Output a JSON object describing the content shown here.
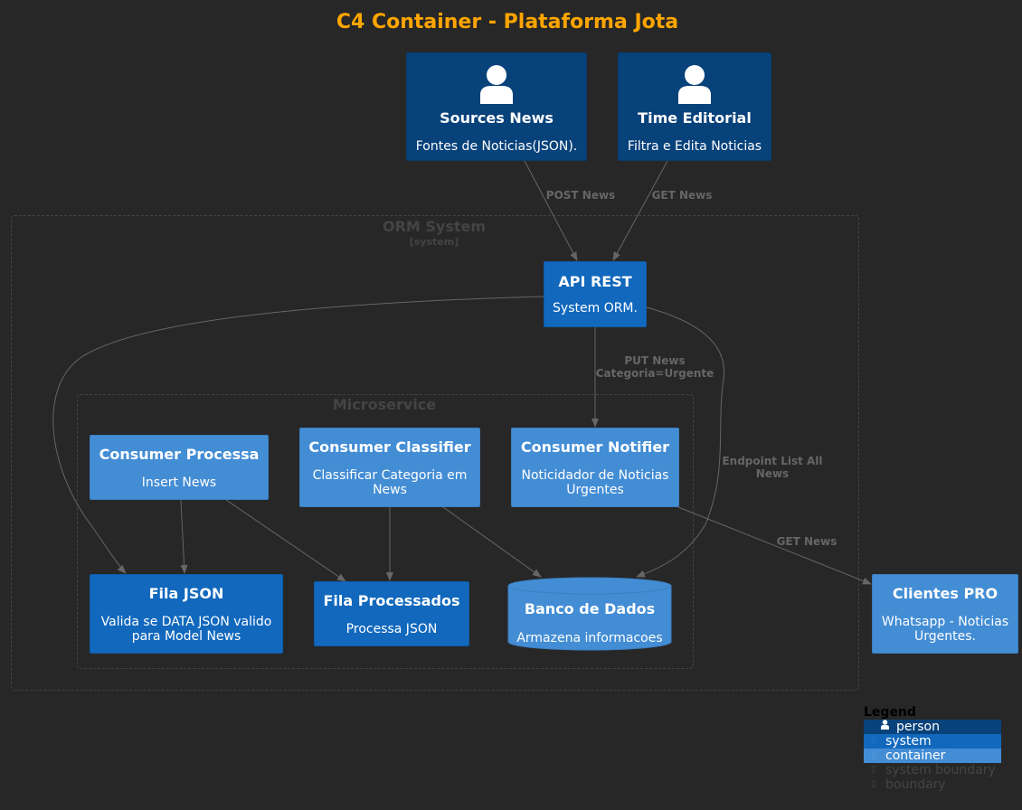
{
  "title": "C4 Container - Plataforma Jota",
  "boundaries": {
    "orm": {
      "label": "ORM System",
      "type": "[system]"
    },
    "micro": {
      "label": "Microservice"
    }
  },
  "nodes": {
    "sources_news": {
      "name": "Sources News",
      "desc": "Fontes de Noticias(JSON).",
      "kind": "person",
      "icon": "person-icon"
    },
    "time_editorial": {
      "name": "Time Editorial",
      "desc": "Filtra e Edita Noticias",
      "kind": "person",
      "icon": "person-icon"
    },
    "api_rest": {
      "name": "API REST",
      "desc": "System ORM.",
      "kind": "system"
    },
    "consumer_processa": {
      "name": "Consumer Processa",
      "desc": "Insert News",
      "kind": "container"
    },
    "consumer_classifier": {
      "name": "Consumer Classifier",
      "desc": "Classificar Categoria em News",
      "kind": "container"
    },
    "consumer_notifier": {
      "name": "Consumer Notifier",
      "desc": "Noticidador de Noticias Urgentes",
      "kind": "container"
    },
    "fila_json": {
      "name": "Fila JSON",
      "desc": "Valida se DATA JSON valido para Model News",
      "kind": "system"
    },
    "fila_processados": {
      "name": "Fila Processados",
      "desc": "Processa JSON",
      "kind": "system"
    },
    "banco_dados": {
      "name": "Banco de Dados",
      "desc": "Armazena informacoes",
      "kind": "container-db"
    },
    "clientes_pro": {
      "name": "Clientes PRO",
      "desc": "Whatsapp - Noticias Urgentes.",
      "kind": "container"
    }
  },
  "edges": {
    "post_news": "POST News",
    "get_news_editorial": "GET News",
    "put_news": "PUT News\nCategoria=Urgente",
    "endpoint_list": "Endpoint List All\nNews",
    "get_news_clientes": "GET News"
  },
  "legend": {
    "title": "Legend",
    "person": "person",
    "system": "system",
    "container": "container",
    "system_boundary": "system boundary",
    "boundary": "boundary"
  },
  "colors": {
    "background": "#272727",
    "title": "#FFA500",
    "person": "#08427B",
    "system": "#1168BD",
    "container": "#438DD5",
    "boundary": "#444444",
    "edge": "#666666"
  }
}
